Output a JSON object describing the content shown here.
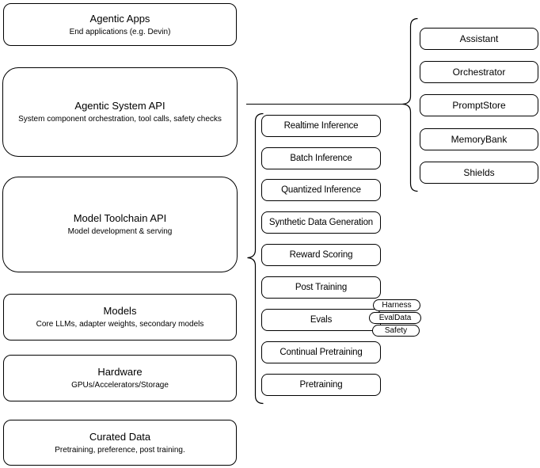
{
  "diagram": {
    "stack": [
      {
        "title": "Agentic Apps",
        "subtitle": "End applications (e.g. Devin)"
      },
      {
        "title": "Agentic System API",
        "subtitle": "System component orchestration, tool calls, safety checks"
      },
      {
        "title": "Model Toolchain API",
        "subtitle": "Model development & serving"
      },
      {
        "title": "Models",
        "subtitle": "Core LLMs, adapter weights, secondary models"
      },
      {
        "title": "Hardware",
        "subtitle": "GPUs/Accelerators/Storage"
      },
      {
        "title": "Curated Data",
        "subtitle": "Pretraining, preference, post training."
      }
    ],
    "toolchain_services": [
      {
        "label": "Realtime Inference"
      },
      {
        "label": "Batch Inference"
      },
      {
        "label": "Quantized Inference"
      },
      {
        "label": "Synthetic Data Generation"
      },
      {
        "label": "Reward Scoring"
      },
      {
        "label": "Post Training"
      },
      {
        "label": "Evals"
      },
      {
        "label": "Continual Pretraining"
      },
      {
        "label": "Pretraining"
      }
    ],
    "evals_tags": [
      {
        "label": "Harness"
      },
      {
        "label": "EvalData"
      },
      {
        "label": "Safety"
      }
    ],
    "system_components": [
      {
        "label": "Assistant"
      },
      {
        "label": "Orchestrator"
      },
      {
        "label": "PromptStore"
      },
      {
        "label": "MemoryBank"
      },
      {
        "label": "Shields"
      }
    ],
    "colors": {
      "stroke": "#000000",
      "fill": "#ffffff",
      "text": "#000000",
      "background": "#ffffff"
    }
  }
}
